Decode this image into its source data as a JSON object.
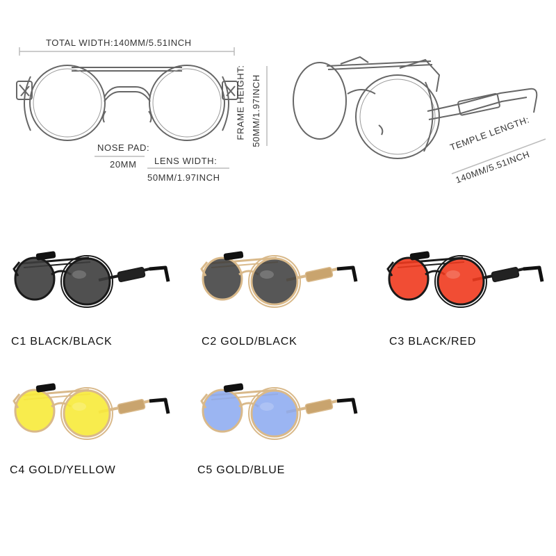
{
  "dimensions": {
    "total_width": "TOTAL WIDTH:140MM/5.51INCH",
    "frame_height_label": "FRAME HEIGHT:",
    "frame_height_value": "50MM/1.97INCH",
    "nose_pad_label": "NOSE PAD:",
    "nose_pad_value": "20MM",
    "lens_width_label": "LENS WIDTH:",
    "lens_width_value": "50MM/1.97INCH",
    "temple_length_label": "TEMPLE LENGTH:",
    "temple_length_value": "140MM/5.51INCH"
  },
  "variants": [
    {
      "label": "C1 BLACK/BLACK",
      "frame": "#1a1a1a",
      "lens": "#3d3d3d",
      "lens_opacity": 0.9
    },
    {
      "label": "C2 GOLD/BLACK",
      "frame": "#d9b98a",
      "lens": "#3a3a3a",
      "lens_opacity": 0.85
    },
    {
      "label": "C3 BLACK/RED",
      "frame": "#1a1a1a",
      "lens": "#f03a1e",
      "lens_opacity": 0.9
    },
    {
      "label": "C4 GOLD/YELLOW",
      "frame": "#d9b98a",
      "lens": "#f7ea3a",
      "lens_opacity": 0.9
    },
    {
      "label": "C5 GOLD/BLUE",
      "frame": "#d9b98a",
      "lens": "#8aa8f0",
      "lens_opacity": 0.85
    }
  ]
}
